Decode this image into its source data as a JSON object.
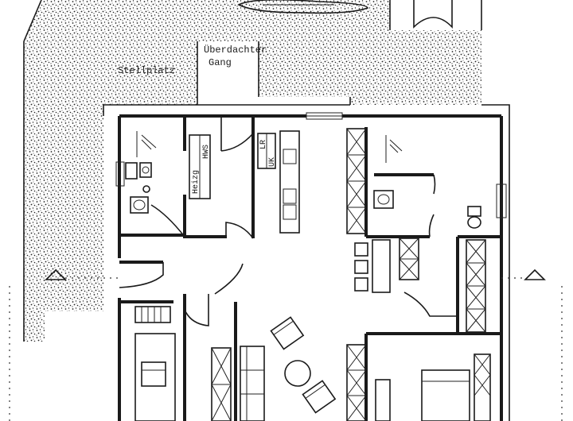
{
  "labels": {
    "carport_top": "Überdachter",
    "carport_bottom": "Gang",
    "parking": "Stellplatz",
    "heating": "Heizg",
    "hws": "HWS",
    "lr": "LR",
    "uk": "UK"
  }
}
